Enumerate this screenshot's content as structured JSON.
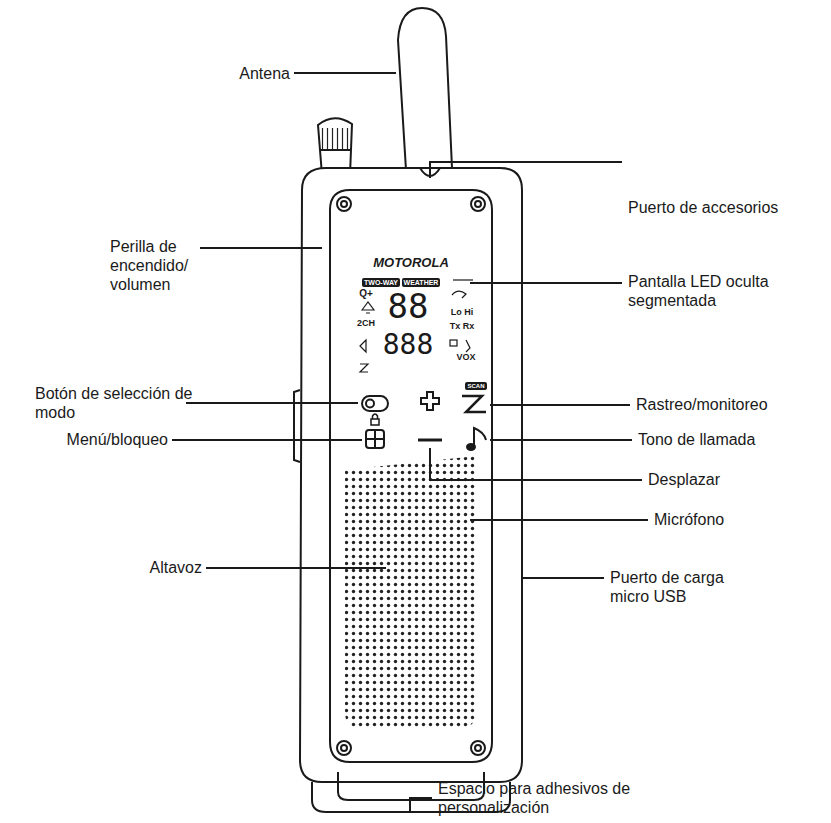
{
  "diagram": {
    "labels": [
      "Antena",
      "Puerto de accesorios",
      "Perilla de encendido/ volumen",
      "Pantalla LED oculta segmentada",
      "Botón de selección de modo",
      "Rastreo/monitoreo",
      "Menú/bloqueo",
      "Tono de llamada",
      "Desplazar",
      "Micrófono",
      "Altavoz",
      "Puerto de carga micro USB",
      "Espacio para adhesivos de personalización",
      "MOTOROLA",
      "TWO-WAY",
      "WEATHER",
      "Q+",
      "88",
      "2CH",
      "Lo Hi",
      "Tx Rx",
      "888",
      "VOX",
      "SCAN"
    ]
  }
}
